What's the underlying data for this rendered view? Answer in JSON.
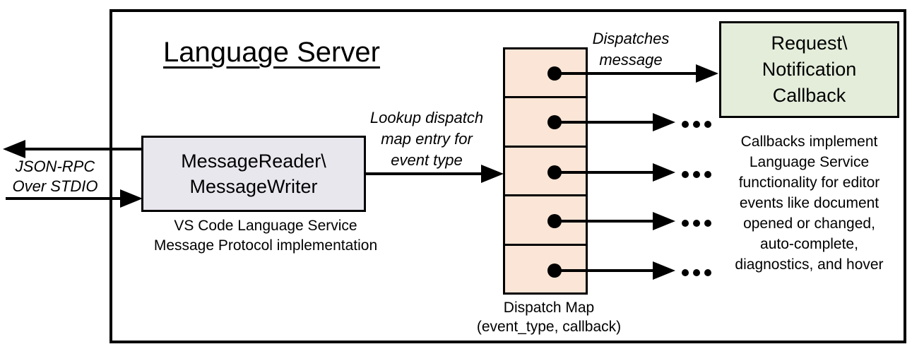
{
  "title": "Language Server",
  "message_reader_box": {
    "lines": [
      "MessageReader\\",
      "MessageWriter"
    ],
    "caption": [
      "VS Code Language Service",
      "Message Protocol implementation"
    ],
    "fill": "#e9e7ee"
  },
  "callback_box": {
    "lines": [
      "Request\\",
      "Notification",
      "Callback"
    ],
    "fill": "#e4edda"
  },
  "dispatch_map": {
    "row_count": 5,
    "caption": [
      "Dispatch Map",
      "(event_type, callback)"
    ],
    "fill": "#fbe5d6"
  },
  "arrow_labels": {
    "json_rpc": [
      "JSON-RPC",
      "Over STDIO"
    ],
    "lookup": [
      "Lookup dispatch",
      "map entry for",
      "event type"
    ],
    "dispatches": [
      "Dispatches",
      "message"
    ]
  },
  "callbacks_note": {
    "lines": [
      "Callbacks implement",
      "Language Service",
      "functionality for editor",
      "events like document",
      "opened or changed,",
      "auto-complete,",
      "diagnostics, and hover"
    ]
  },
  "icons": {
    "ellipsis-icon": "…",
    "arrowhead-icon": "▶",
    "dispatch-entry-dot-icon": "●"
  },
  "colors": {
    "line": "#000000",
    "border": "#000000",
    "background": "#ffffff"
  }
}
